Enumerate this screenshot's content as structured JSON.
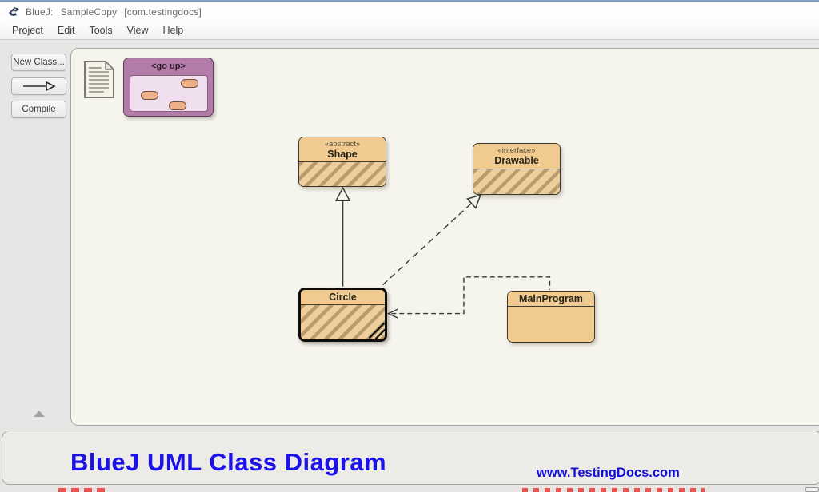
{
  "window": {
    "title": "BlueJ:",
    "project": "SampleCopy",
    "package": "[com.testingdocs]"
  },
  "menubar": {
    "items": [
      {
        "label": "Project"
      },
      {
        "label": "Edit"
      },
      {
        "label": "Tools"
      },
      {
        "label": "View"
      },
      {
        "label": "Help"
      }
    ]
  },
  "toolbar": {
    "new_class_label": "New Class...",
    "compile_label": "Compile"
  },
  "diagram": {
    "package_item": {
      "label": "<go up>"
    },
    "classes": [
      {
        "name": "Shape",
        "stereotype": "«abstract»",
        "state": "uncompiled",
        "selected": false
      },
      {
        "name": "Drawable",
        "stereotype": "«interface»",
        "state": "uncompiled",
        "selected": false
      },
      {
        "name": "Circle",
        "stereotype": "",
        "state": "uncompiled",
        "selected": true
      },
      {
        "name": "MainProgram",
        "stereotype": "",
        "state": "compiled",
        "selected": false
      }
    ],
    "relations": [
      {
        "from": "Circle",
        "to": "Shape",
        "type": "extends",
        "style": "solid-open-triangle"
      },
      {
        "from": "Circle",
        "to": "Drawable",
        "type": "implements",
        "style": "dashed-open-triangle"
      },
      {
        "from": "MainProgram",
        "to": "Circle",
        "type": "uses",
        "style": "dashed-open-v"
      }
    ]
  },
  "footer": {
    "heading": "BlueJ UML Class Diagram",
    "website": "www.TestingDocs.com"
  },
  "colors": {
    "class_fill": "#f0ca8f",
    "hatch_stripe": "#b99c6d",
    "package_header": "#b27ba8",
    "package_body": "#efdfee",
    "canvas_bg": "#f5f4ed",
    "selection_border": "#0e0e0c",
    "heading_blue": "#1b12e8",
    "website_blue": "#1511d4",
    "artifact_red": "#ef5350"
  }
}
